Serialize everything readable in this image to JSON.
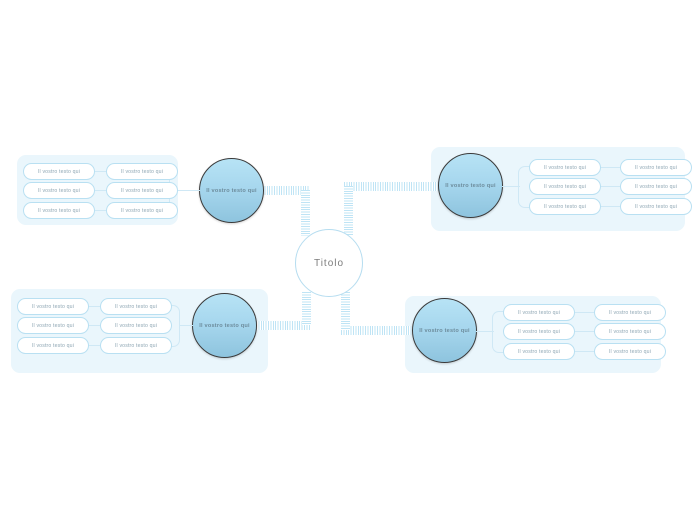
{
  "diagram": {
    "type": "mind-map",
    "language": "it",
    "center": {
      "label": "Titolo"
    },
    "colors": {
      "panel_background": "#eaf6fc",
      "pill_border": "#b9e0f2",
      "pill_background": "#ffffff",
      "pill_text": "#8fa7b4",
      "circle_border": "#3a3a3a",
      "circle_gradient_top": "#b7e3f5",
      "circle_gradient_bottom": "#8ec4de",
      "circle_text": "#6d8c9c",
      "connector_line": "#cfe8f5",
      "ribbon_stripe": "#bfe4f5",
      "center_text": "#7c7c7c",
      "center_border": "#b6ddf0",
      "canvas_background": "#ffffff"
    },
    "branches": [
      {
        "id": "top-left",
        "circle_label": "Il vostro testo qui",
        "inner_nodes": [
          "Il vostro testo qui",
          "Il vostro testo qui",
          "Il vostro testo qui"
        ],
        "outer_nodes": [
          "Il vostro testo qui",
          "Il vostro testo qui",
          "Il vostro testo qui"
        ]
      },
      {
        "id": "top-right",
        "circle_label": "Il vostro testo qui",
        "inner_nodes": [
          "Il vostro testo qui",
          "Il vostro testo qui",
          "Il vostro testo qui"
        ],
        "outer_nodes": [
          "Il vostro testo qui",
          "Il vostro testo qui",
          "Il vostro testo qui"
        ]
      },
      {
        "id": "bottom-left",
        "circle_label": "Il vostro testo qui",
        "inner_nodes": [
          "Il vostro testo qui",
          "Il vostro testo qui",
          "Il vostro testo qui"
        ],
        "outer_nodes": [
          "Il vostro testo qui",
          "Il vostro testo qui",
          "Il vostro testo qui"
        ]
      },
      {
        "id": "bottom-right",
        "circle_label": "Il vostro testo qui",
        "inner_nodes": [
          "Il vostro testo qui",
          "Il vostro testo qui",
          "Il vostro testo qui"
        ],
        "outer_nodes": [
          "Il vostro testo qui",
          "Il vostro testo qui",
          "Il vostro testo qui"
        ]
      }
    ]
  }
}
